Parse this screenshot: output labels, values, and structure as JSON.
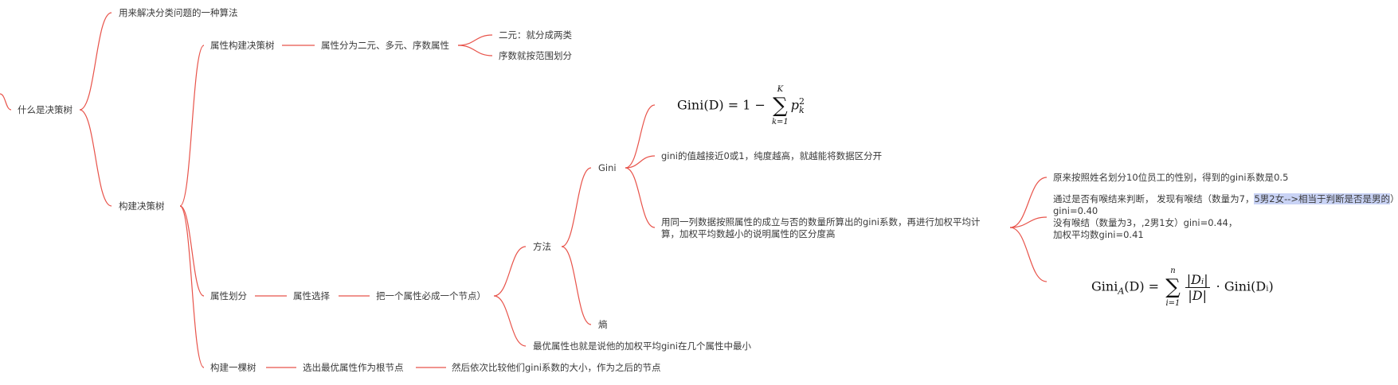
{
  "colors": {
    "connector": "#e8534a",
    "text": "#3a3a3a",
    "highlight": "#c9d3f5"
  },
  "nodes": {
    "root": "什么是决策树",
    "def": "用来解决分类问题的一种算法",
    "attr_build": "属性构建决策树",
    "attr_types": "属性分为二元、多元、序数属性",
    "binary": "二元：就分成两类",
    "ordinal": "序数就按范围划分",
    "build_tree": "构建决策树",
    "attr_split": "属性划分",
    "attr_select": "属性选择",
    "one_node": "把一个属性必成一个节点）",
    "method": "方法",
    "gini": "Gini",
    "gini_desc": "gini的值越接近0或1，纯度越高，就越能将数据区分开",
    "gini_weighted": "用同一列数据按照属性的成立与否的数量所算出的gini系数，再进行加权平均计算，加权平均数越小的说明属性的区分度高",
    "example1": "原来按照姓名划分10位员工的性别，得到的gini系数是0.5",
    "example2_a": "通过是否有喉结来判断，  发现有喉结（数量为7，",
    "example2_hl": "5男2女-->相当于判断是否是男的",
    "example2_b": "）gini=0.40",
    "example2_c": "没有喉结（数量为3，,2男1女）gini=0.44，",
    "example2_d": "加权平均数gini=0.41",
    "entropy": "熵",
    "best_attr": "最优属性也就是说他的加权平均gini在几个属性中最小",
    "build_one": "构建一棵树",
    "root_select": "选出最优属性作为根节点",
    "compare": "然后依次比较他们gini系数的大小，作为之后的节点"
  },
  "formulas": {
    "gini": {
      "lhs": "Gini(D) = 1 −",
      "sum_upper": "K",
      "sum_lower": "k=1",
      "sum_symbol": "∑",
      "term_base": "p",
      "term_sub": "k",
      "term_sup": "2"
    },
    "gini_a": {
      "lhs_base": "Gini",
      "lhs_sub": "A",
      "lhs_arg": "(D) =",
      "sum_upper": "n",
      "sum_lower": "i=1",
      "sum_symbol": "∑",
      "frac_num": "|Dᵢ|",
      "frac_den": "|D|",
      "rhs": "· Gini(Dᵢ)"
    }
  }
}
